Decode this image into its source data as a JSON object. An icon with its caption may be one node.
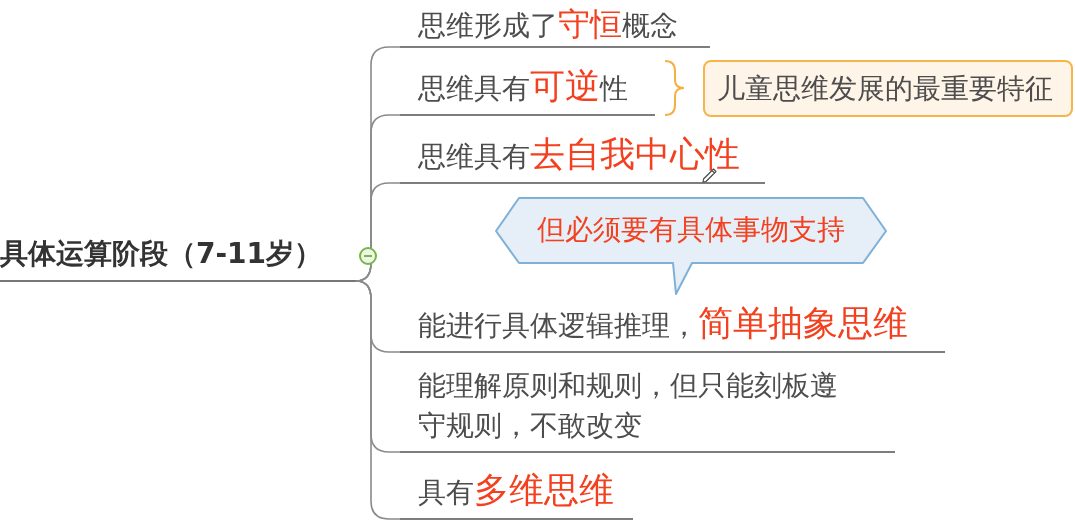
{
  "diagram": {
    "nodes": [
      {
        "text": [
          "具体运算阶段（7-11岁）"
        ]
      },
      {
        "text": [
          "思维形成了**守恒**概念"
        ]
      },
      {
        "text": [
          "思维具有**可逆**性"
        ]
      },
      {
        "text": [
          "儿童思维发展的最重要特征"
        ]
      },
      {
        "text": [
          "思维具有**去自我中心性**"
        ]
      },
      {
        "text": [
          "但必须要有具体事物支持"
        ]
      },
      {
        "text": [
          "能进行具体逻辑推理，**简单抽象思维**"
        ]
      },
      {
        "text": [
          "能理解原则和规则，但只能刻板遵守规则，不敢改变"
        ]
      },
      {
        "text": [
          "具有**多维思维**"
        ]
      }
    ],
    "edges": [
      {
        "from": 0,
        "to": 1,
        "arrow": "none"
      },
      {
        "from": 0,
        "to": 2,
        "arrow": "none"
      },
      {
        "from": 0,
        "to": 4,
        "arrow": "none"
      },
      {
        "from": 0,
        "to": 6,
        "arrow": "none"
      },
      {
        "from": 0,
        "to": 7,
        "arrow": "none"
      },
      {
        "from": 0,
        "to": 8,
        "arrow": "none"
      }
    ]
  }
}
